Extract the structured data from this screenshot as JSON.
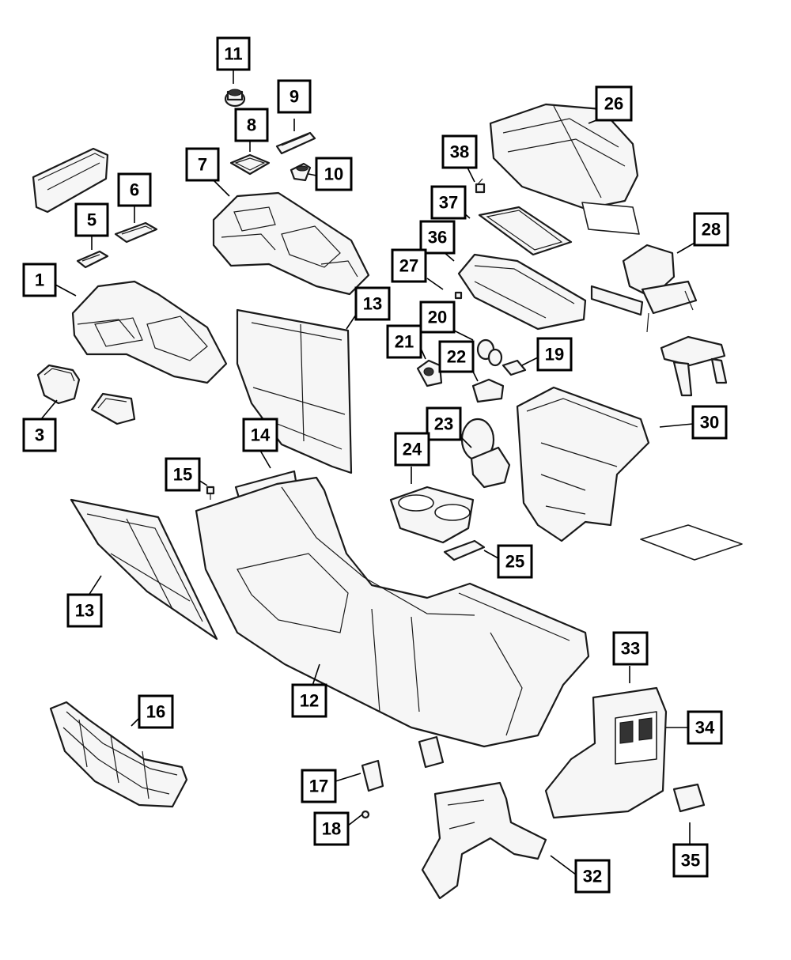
{
  "callouts": [
    {
      "id": "c11",
      "label": "11"
    },
    {
      "id": "c9",
      "label": "9"
    },
    {
      "id": "c8",
      "label": "8"
    },
    {
      "id": "c10",
      "label": "10"
    },
    {
      "id": "c7",
      "label": "7"
    },
    {
      "id": "c6",
      "label": "6"
    },
    {
      "id": "c5",
      "label": "5"
    },
    {
      "id": "c1",
      "label": "1"
    },
    {
      "id": "c3",
      "label": "3"
    },
    {
      "id": "c26",
      "label": "26"
    },
    {
      "id": "c38",
      "label": "38"
    },
    {
      "id": "c37",
      "label": "37"
    },
    {
      "id": "c36",
      "label": "36"
    },
    {
      "id": "c27",
      "label": "27"
    },
    {
      "id": "c28",
      "label": "28"
    },
    {
      "id": "c13a",
      "label": "13"
    },
    {
      "id": "c20",
      "label": "20"
    },
    {
      "id": "c21",
      "label": "21"
    },
    {
      "id": "c22",
      "label": "22"
    },
    {
      "id": "c19",
      "label": "19"
    },
    {
      "id": "c23",
      "label": "23"
    },
    {
      "id": "c24",
      "label": "24"
    },
    {
      "id": "c30",
      "label": "30"
    },
    {
      "id": "c14",
      "label": "14"
    },
    {
      "id": "c15",
      "label": "15"
    },
    {
      "id": "c25",
      "label": "25"
    },
    {
      "id": "c13b",
      "label": "13"
    },
    {
      "id": "c12",
      "label": "12"
    },
    {
      "id": "c33",
      "label": "33"
    },
    {
      "id": "c34",
      "label": "34"
    },
    {
      "id": "c16",
      "label": "16"
    },
    {
      "id": "c17",
      "label": "17"
    },
    {
      "id": "c18",
      "label": "18"
    },
    {
      "id": "c32",
      "label": "32"
    },
    {
      "id": "c35",
      "label": "35"
    }
  ]
}
